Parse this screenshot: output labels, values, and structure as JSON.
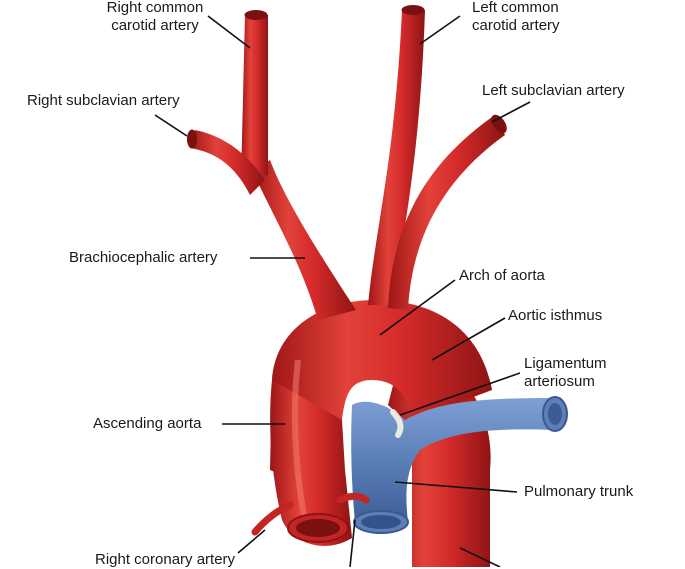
{
  "labels": {
    "right_common_carotid": [
      "Right common",
      "carotid artery"
    ],
    "left_common_carotid": [
      "Left common",
      "carotid artery"
    ],
    "right_subclavian": "Right subclavian artery",
    "left_subclavian": "Left subclavian artery",
    "brachiocephalic": "Brachiocephalic artery",
    "arch_of_aorta": "Arch of aorta",
    "aortic_isthmus": "Aortic isthmus",
    "ligamentum_arteriosum": [
      "Ligamentum",
      "arteriosum"
    ],
    "ascending_aorta": "Ascending aorta",
    "pulmonary_trunk": "Pulmonary trunk",
    "right_coronary": "Right coronary artery"
  },
  "colors": {
    "artery": "#d42a2a",
    "artery_dark": "#8f1414",
    "vein": "#5b7fb8",
    "vein_dark": "#3a5a8f",
    "ligament": "#ece9df"
  }
}
